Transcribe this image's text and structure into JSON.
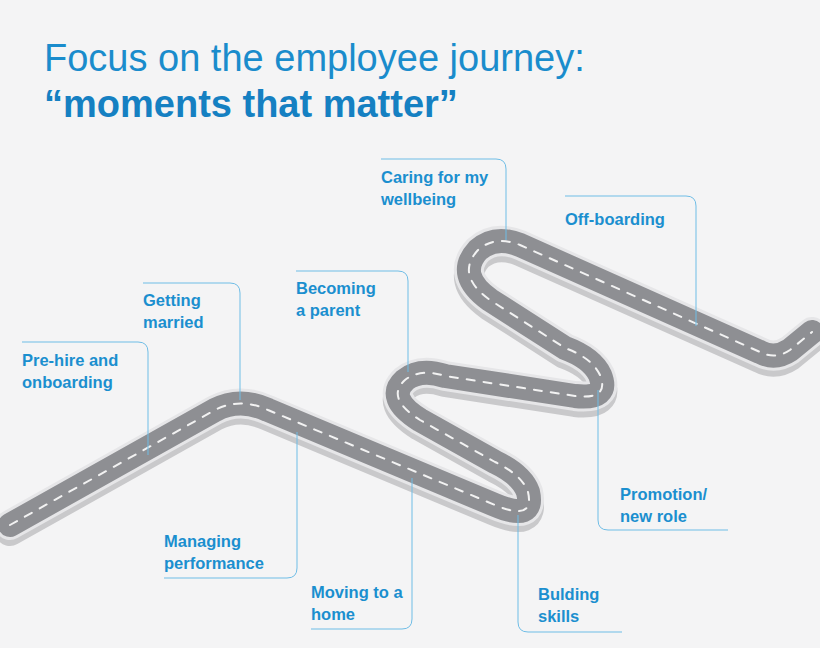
{
  "diagram": {
    "title": "Focus on the employee journey:",
    "labels": [
      "“moments that matter”",
      "Pre-hire and onboarding",
      "Getting married",
      "Managing performance",
      "Moving to a home",
      "Becoming a parent",
      "Bulding skills",
      "Promotion/ new role",
      "Caring for my wellbeing",
      "Off-boarding"
    ]
  }
}
